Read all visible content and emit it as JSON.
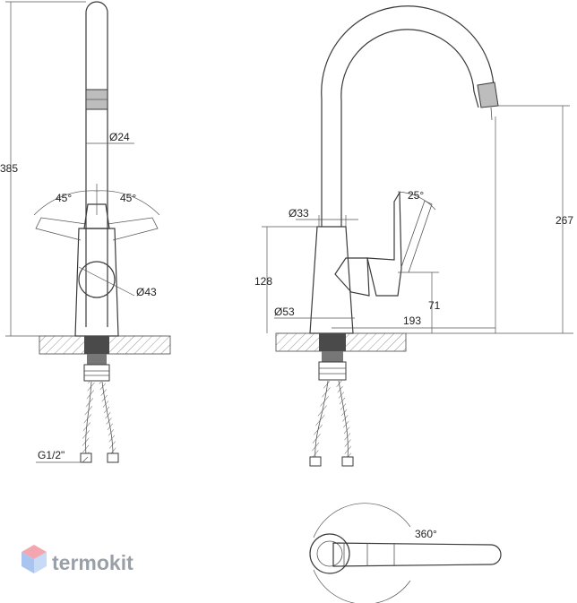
{
  "dimensions": {
    "height_total": "385",
    "spout_diameter": "Ø24",
    "angle_left": "45°",
    "angle_right": "45°",
    "base_diameter_front": "Ø43",
    "connection": "G1/2\"",
    "body_diameter_top": "Ø33",
    "lever_angle": "25°",
    "spout_height": "267",
    "body_height": "128",
    "lever_height": "71",
    "body_diameter_bottom": "Ø53",
    "reach": "193",
    "rotation": "360°"
  },
  "logo": {
    "text": "termokit"
  },
  "colors": {
    "line": "#3a3a3a",
    "logo_text": "#9aa0a8",
    "logo_top": "#f4a6b0",
    "logo_side": "#a9c4ee"
  }
}
